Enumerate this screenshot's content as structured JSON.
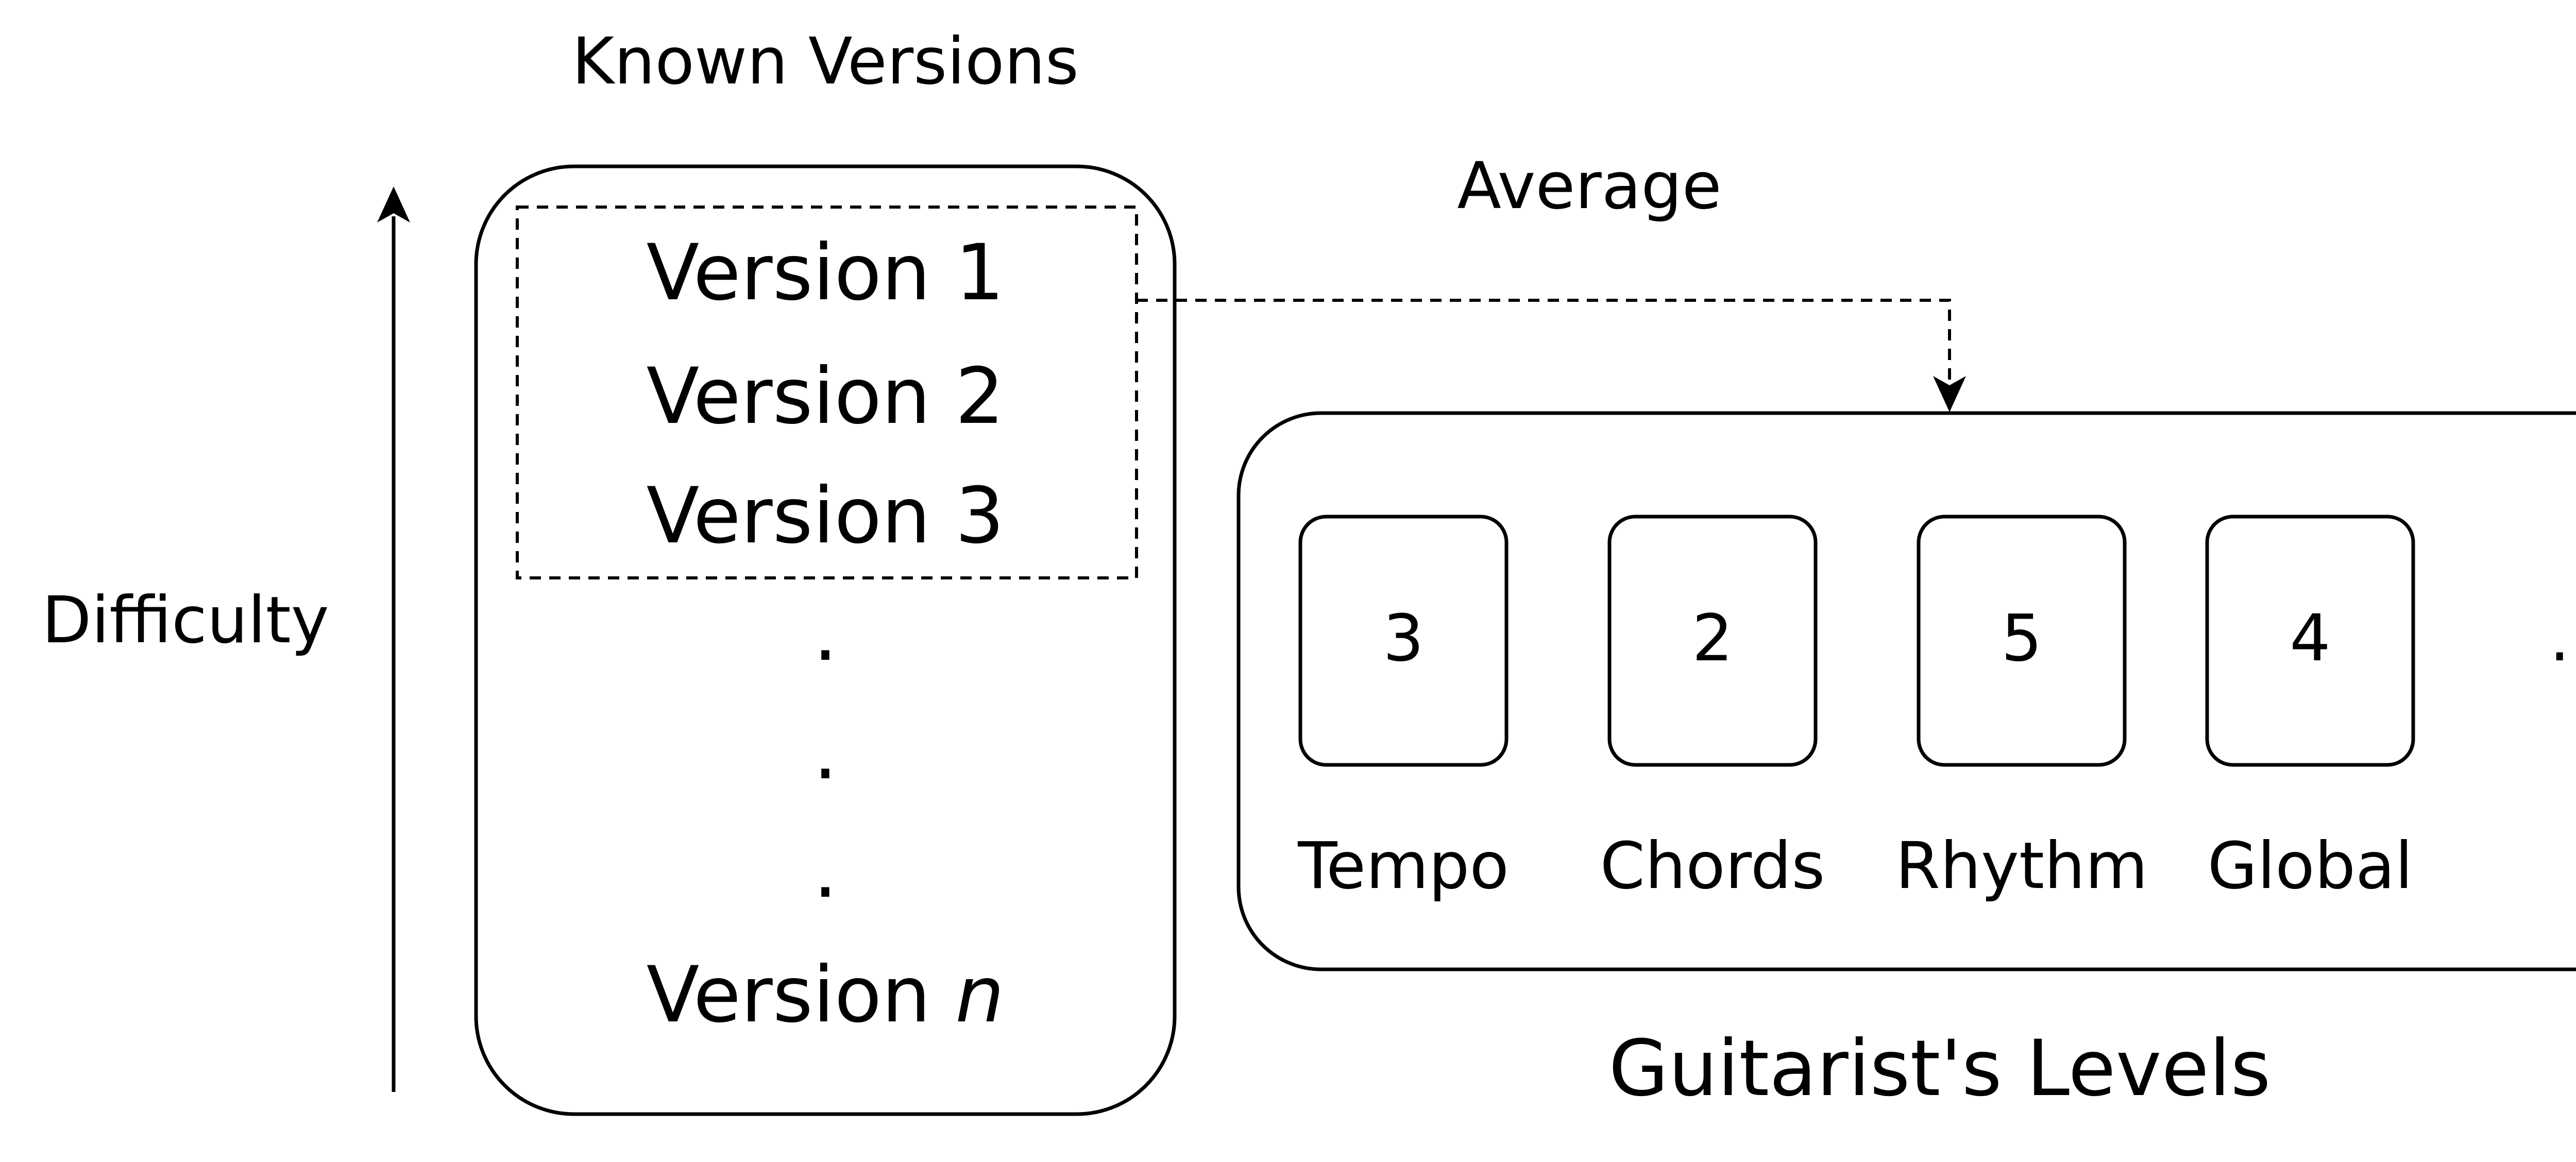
{
  "known_versions": {
    "title": "Known Versions",
    "versions": [
      "Version 1",
      "Version 2",
      "Version 3"
    ],
    "ellipsis_dots": [
      ".",
      ".",
      "."
    ],
    "last_version_prefix": "Version ",
    "last_version_var": "n"
  },
  "axis": {
    "label": "Difficulty"
  },
  "average": {
    "label": "Average"
  },
  "levels": {
    "title": "Guitarist's Levels",
    "items": [
      {
        "value": "3",
        "label": "Tempo"
      },
      {
        "value": "2",
        "label": "Chords"
      },
      {
        "value": "5",
        "label": "Rhythm"
      },
      {
        "value": "4",
        "label": "Global"
      }
    ],
    "more": "..."
  }
}
